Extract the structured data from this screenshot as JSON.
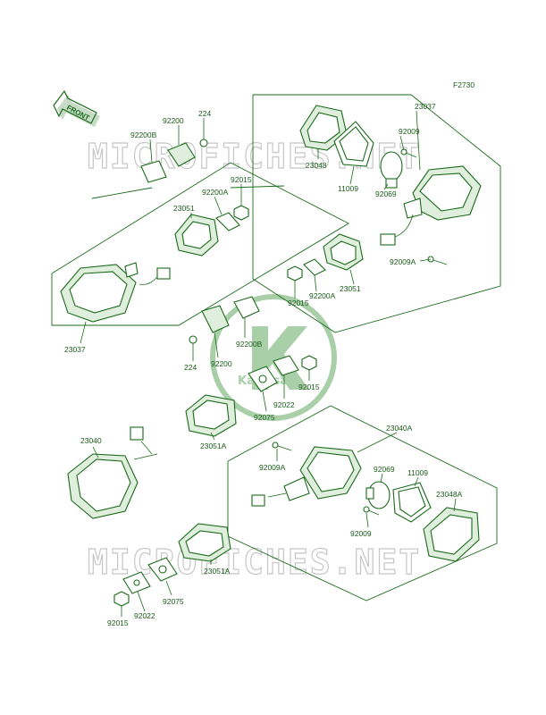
{
  "figure_code": "F2730",
  "front_label": "FRONT",
  "watermark": "MICROFICHES.NET",
  "logo_text": "Kawasaki",
  "colors": {
    "ink": "#1a6b1a",
    "watermark": "#c7c7c7",
    "logo": "#a9cfa9"
  },
  "labels": {
    "l23037_top": "23037",
    "l92009_top": "92009",
    "l23048_top": "23048",
    "l11009_top": "11009",
    "l92069_top": "92069",
    "l92009a_top": "92009A",
    "l23051_right": "23051",
    "l92200a_right": "92200A",
    "l92015_mid": "92015",
    "l92200b_left": "92200B",
    "l92200_left": "92200",
    "l224_left": "224",
    "l92015_left": "92015",
    "l92200a_left": "92200A",
    "l23051_left": "23051",
    "l23037_left": "23037",
    "l92200b_mid": "92200B",
    "l224_mid": "224",
    "l92200_mid": "92200",
    "l92015_c": "92015",
    "l92022_c": "92022",
    "l92075_c": "92075",
    "l23051a_c": "23051A",
    "l23040_left": "23040",
    "l23040a": "23040A",
    "l92009a_bot": "92009A",
    "l92069_bot": "92069",
    "l11009_bot": "11009",
    "l23048a": "23048A",
    "l92009_bot": "92009",
    "l23051a_bot": "23051A",
    "l92075_bot": "92075",
    "l92022_bot": "92022",
    "l92015_bot": "92015"
  }
}
